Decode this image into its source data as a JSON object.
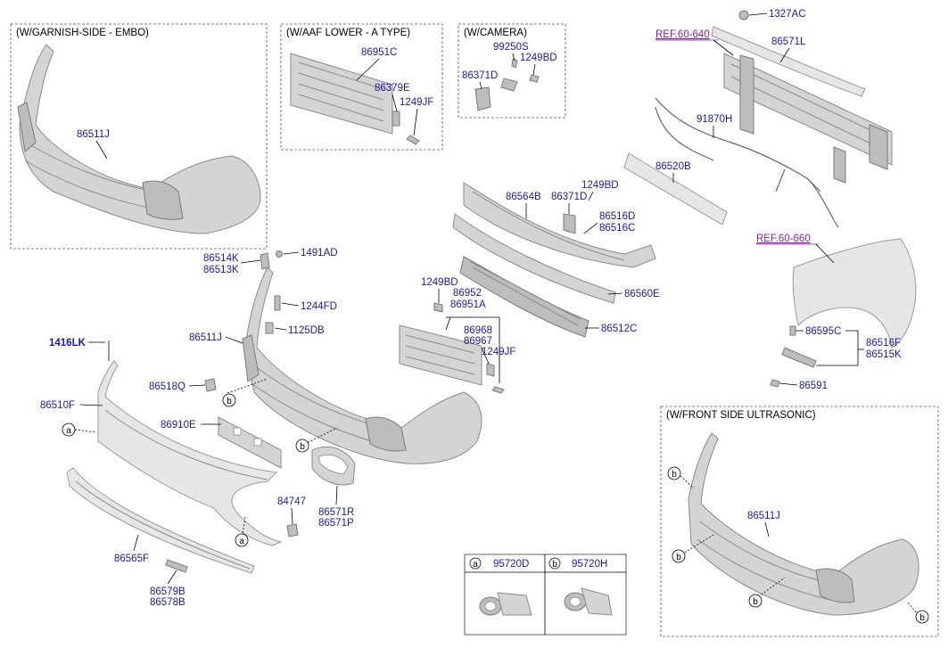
{
  "groups": {
    "garnish": "(W/GARNISH-SIDE - EMBO)",
    "aaf": "(W/AAF LOWER - A TYPE)",
    "camera": "(W/CAMERA)",
    "ultrasonic": "(W/FRONT SIDE ULTRASONIC)"
  },
  "refs": {
    "r1": "REF.60-640",
    "r2": "REF.60-660"
  },
  "parts": {
    "p86511J_a": "86511J",
    "p86951C": "86951C",
    "p86379E": "86379E",
    "p1249JF_a": "1249JF",
    "p99250S": "99250S",
    "p1249BD_a": "1249BD",
    "p86371D_a": "86371D",
    "p1327AC": "1327AC",
    "p86571L": "86571L",
    "p91870H": "91870H",
    "p86520B": "86520B",
    "p1249BD_b": "1249BD",
    "p86564B": "86564B",
    "p86371D_b": "86371D",
    "p86516D": "86516D",
    "p86516C": "86516C",
    "p86514K": "86514K",
    "p86513K": "86513K",
    "p1491AD": "1491AD",
    "p1244FD": "1244FD",
    "p1125DB": "1125DB",
    "p86511J_b": "86511J",
    "p1249BD_c": "1249BD",
    "p86952": "86952",
    "p86951A": "86951A",
    "p86560E": "86560E",
    "p86512C": "86512C",
    "p86968": "86968",
    "p86967": "86967",
    "p1249JF_b": "1249JF",
    "p1416LK": "1416LK",
    "p86518Q": "86518Q",
    "p86510F": "86510F",
    "p86910E": "86910E",
    "p84747": "84747",
    "p86571R": "86571R",
    "p86571P": "86571P",
    "p86565F": "86565F",
    "p86579B": "86579B",
    "p86578B": "86578B",
    "p86595C": "86595C",
    "p86516F": "86516F",
    "p86515K": "86515K",
    "p86591": "86591",
    "p86511J_c": "86511J"
  },
  "callouts": {
    "a": "a",
    "b": "b"
  },
  "legend": {
    "a_part": "95720D",
    "b_part": "95720H"
  },
  "colors": {
    "part_number": "#1a1aa6",
    "reference": "#8a1fa6",
    "part_fill": "#d4d4d4"
  }
}
